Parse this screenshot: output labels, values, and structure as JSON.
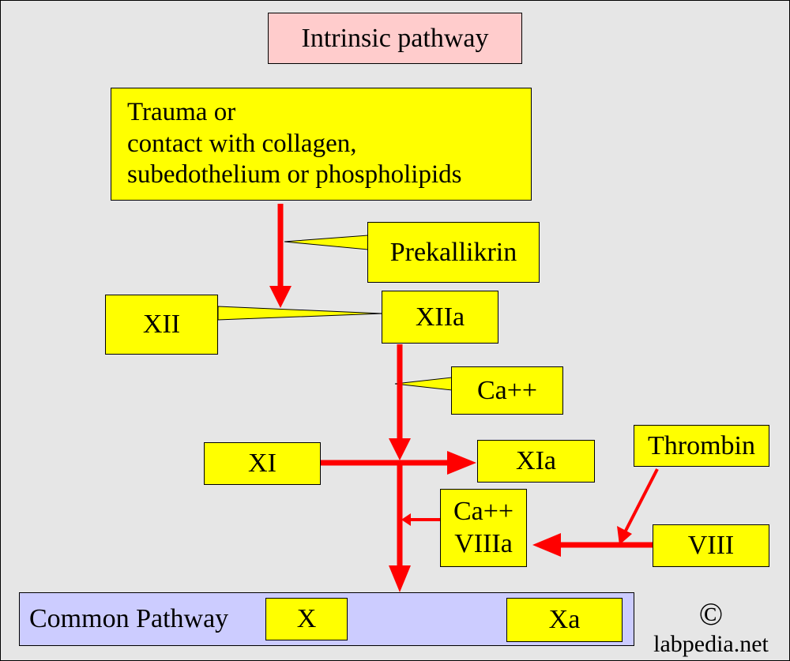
{
  "title": "Intrinsic pathway",
  "trauma": {
    "line1": "Trauma  or",
    "line2": "contact with collagen,",
    "line3": "subedothelium or phospholipids"
  },
  "prekallikrin": "Prekallikrin",
  "xii": "XII",
  "xiia": "XIIa",
  "ca_1": "Ca++",
  "xi": "XI",
  "xia": "XIa",
  "thrombin": "Thrombin",
  "ca_2": "Ca++",
  "viiia": "VIIIa",
  "viii": "VIII",
  "common_pathway": "Common Pathway",
  "x": "X",
  "xa": "Xa",
  "watermark": {
    "symbol": "©",
    "site": "labpedia.net"
  },
  "colors": {
    "background": "#e6e6e6",
    "box_fill": "#ffff00",
    "title_fill": "#ffcccc",
    "common_fill": "#ccccff",
    "arrow": "#ff0000"
  }
}
